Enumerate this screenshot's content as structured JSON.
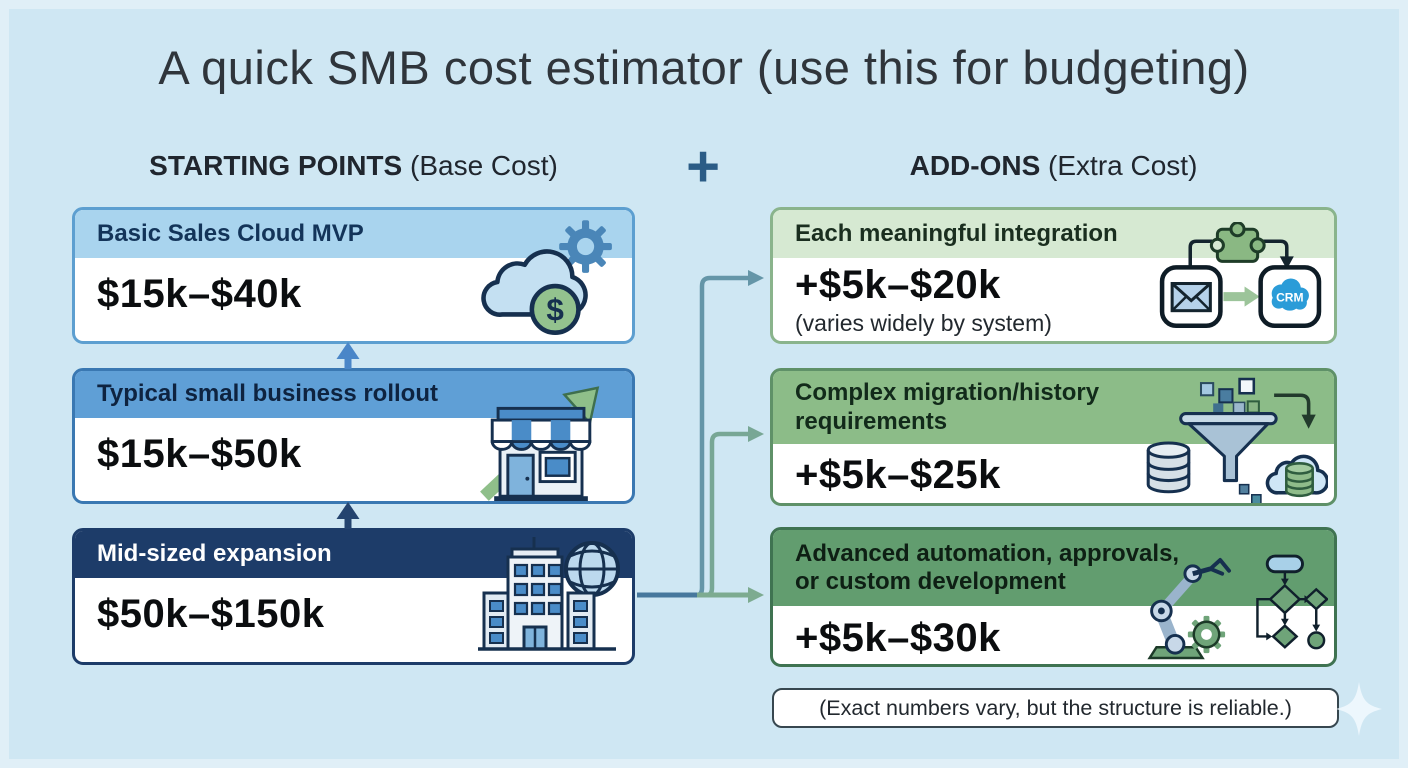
{
  "title": "A quick SMB cost estimator (use this for budgeting)",
  "columns": {
    "left_heading_bold": "STARTING POINTS",
    "left_heading_normal": " (Base Cost)",
    "plus_symbol": "+",
    "right_heading_bold": "ADD-ONS",
    "right_heading_normal": " (Extra Cost)"
  },
  "left_cards": [
    {
      "title": "Basic Sales Cloud MVP",
      "price": "$15k–$40k",
      "icon": "cloud-gear-dollar-icon"
    },
    {
      "title": "Typical small business rollout",
      "price": "$15k–$50k",
      "icon": "storefront-growth-arrow-icon"
    },
    {
      "title": "Mid-sized expansion",
      "price": "$50k–$150k",
      "icon": "office-buildings-globe-icon"
    }
  ],
  "right_cards": [
    {
      "title": "Each meaningful integration",
      "price": "+$5k–$20k",
      "note": "(varies widely by system)",
      "icon": "email-to-crm-integration-icon"
    },
    {
      "title": "Complex migration/history\nrequirements",
      "price": "+$5k–$25k",
      "note": "",
      "icon": "data-migration-funnel-icon"
    },
    {
      "title": "Advanced automation, approvals,\nor custom development",
      "price": "+$5k–$30k",
      "note": "",
      "icon": "robot-arm-flowchart-icon"
    }
  ],
  "footer_note": "(Exact numbers vary, but the structure is reliable.)",
  "icon_labels": {
    "crm": "CRM",
    "dollar": "$"
  },
  "colors": {
    "background": "#cfe7f3",
    "title_text": "#2f353b",
    "plus_accent": "#2b5c86",
    "card1_header": "#a9d4ee",
    "card2_header": "#5f9fd6",
    "card3_header": "#1d3c69",
    "addon1_header": "#d6e9d2",
    "addon2_header": "#8cbc88",
    "addon3_header": "#629d6f",
    "connector_teal": "#6596a8",
    "connector_green": "#7dab90",
    "up_arrow_blue": "#4a86c8",
    "up_arrow_navy": "#24446f"
  }
}
